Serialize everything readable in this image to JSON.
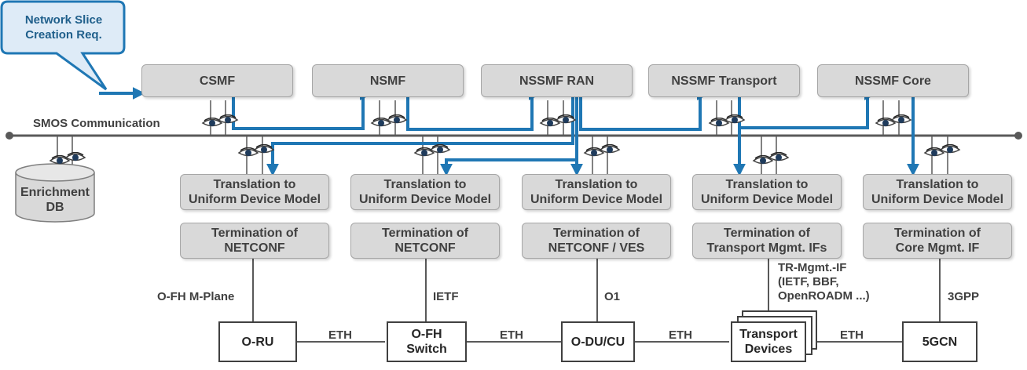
{
  "callout": {
    "line1": "Network Slice",
    "line2": "Creation Req."
  },
  "bus": {
    "label": "SMOS Communication"
  },
  "enrichment_db": {
    "line1": "Enrichment",
    "line2": "DB"
  },
  "management_functions": [
    {
      "label": "CSMF"
    },
    {
      "label": "NSMF"
    },
    {
      "label": "NSSMF RAN"
    },
    {
      "label": "NSSMF Transport"
    },
    {
      "label": "NSSMF Core"
    }
  ],
  "translation_boxes": [
    {
      "line1": "Translation to",
      "line2": "Uniform Device Model"
    },
    {
      "line1": "Translation to",
      "line2": "Uniform Device Model"
    },
    {
      "line1": "Translation to",
      "line2": "Uniform Device Model"
    },
    {
      "line1": "Translation to",
      "line2": "Uniform Device Model"
    },
    {
      "line1": "Translation to",
      "line2": "Uniform Device Model"
    }
  ],
  "termination_boxes": [
    {
      "line1": "Termination of",
      "line2": "NETCONF"
    },
    {
      "line1": "Termination of",
      "line2": "NETCONF"
    },
    {
      "line1": "Termination of",
      "line2": "NETCONF / VES"
    },
    {
      "line1": "Termination of",
      "line2": "Transport Mgmt. IFs"
    },
    {
      "line1": "Termination of",
      "line2": "Core Mgmt. IF"
    }
  ],
  "interface_labels": {
    "ofh_mplane": "O-FH M-Plane",
    "ietf": "IETF",
    "o1": "O1",
    "tr_line1": "TR-Mgmt.-IF",
    "tr_line2": "(IETF, BBF,",
    "tr_line3": "OpenROADM ...)",
    "threegpp": "3GPP"
  },
  "devices": {
    "oru": "O-RU",
    "ofh_switch_line1": "O-FH",
    "ofh_switch_line2": "Switch",
    "odu": "O-DU/CU",
    "transport_line1": "Transport",
    "transport_line2": "Devices",
    "core": "5GCN"
  },
  "links": {
    "eth1": "ETH",
    "eth2": "ETH",
    "eth3": "ETH",
    "eth4": "ETH"
  },
  "colors": {
    "flow": "#1f77b4",
    "bus": "#595959",
    "box_fill": "#d9d9d9",
    "callout_fill": "#deebf7",
    "callout_border": "#1f77b4"
  },
  "icons": {
    "bus_endpoint": "circle-dot-icon",
    "monitor": "eye-icon",
    "database": "cylinder-icon"
  }
}
